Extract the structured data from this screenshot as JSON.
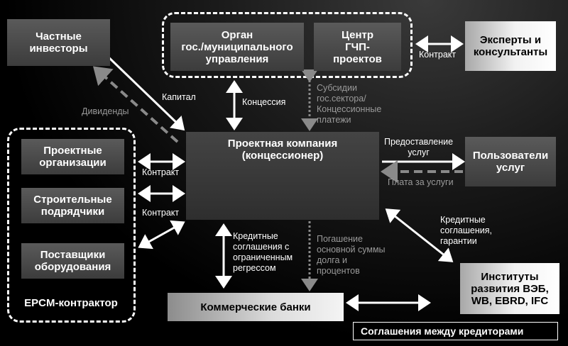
{
  "nodes": {
    "private_investors": "Частные\nинвесторы",
    "gov_authority": "Орган\nгос./муниципального\nуправления",
    "ppp_center": "Центр\nГЧП-\nпроектов",
    "experts": "Эксперты и\nконсультанты",
    "project_company": "Проектная компания\n(концессионер)",
    "service_users": "Пользователи\nуслуг",
    "design_orgs": "Проектные\nорганизации",
    "contractors": "Строительные\nподрядчики",
    "suppliers": "Поставщики\nоборудования",
    "epcm": "EPCM-контрактор",
    "commercial_banks": "Коммерческие банки",
    "dev_institutions": "Институты\nразвития ВЭБ,\nWB, EBRD, IFC"
  },
  "labels": {
    "contract_experts": "Контракт",
    "capital": "Капитал",
    "dividends": "Дивиденды",
    "concession": "Концессия",
    "subsidies": "Субсидии\nгос.сектора/\nКонцессионные\nплатежи",
    "service_provision": "Предоставление\nуслуг",
    "service_fee": "Плата за услуги",
    "contract_1": "Контракт",
    "contract_2": "Контракт",
    "credit_limited": "Кредитные\nсоглашения с\nограниченным\nрегрессом",
    "debt_repayment": "Погашение\nосновной суммы\nдолга и\nпроцентов",
    "credit_guarantees": "Кредитные\nсоглашения,\nгарантии"
  },
  "legend": "Соглашения между кредиторами"
}
